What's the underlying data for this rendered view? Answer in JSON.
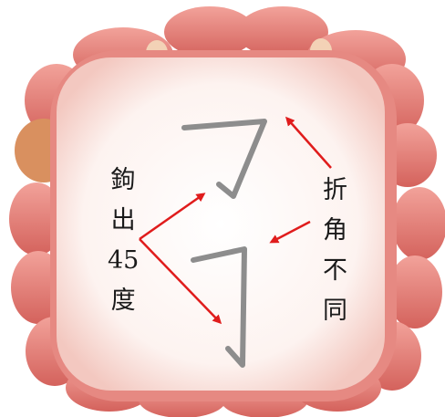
{
  "labels": {
    "left": [
      "鉤",
      "出",
      "45",
      "度"
    ],
    "right": [
      "折",
      "角",
      "不",
      "同"
    ]
  },
  "colors": {
    "frame": "#e2807b",
    "frame_dark": "#c25a55",
    "inner": "#fbeeea",
    "stroke": "#8d8d8d",
    "arrow": "#e01c1c",
    "text": "#1a1a1a"
  },
  "icons": {
    "top_stroke": "hook-stroke-heng-zhe-gou",
    "bottom_stroke": "hook-stroke-heng-gou-shu-gou"
  }
}
